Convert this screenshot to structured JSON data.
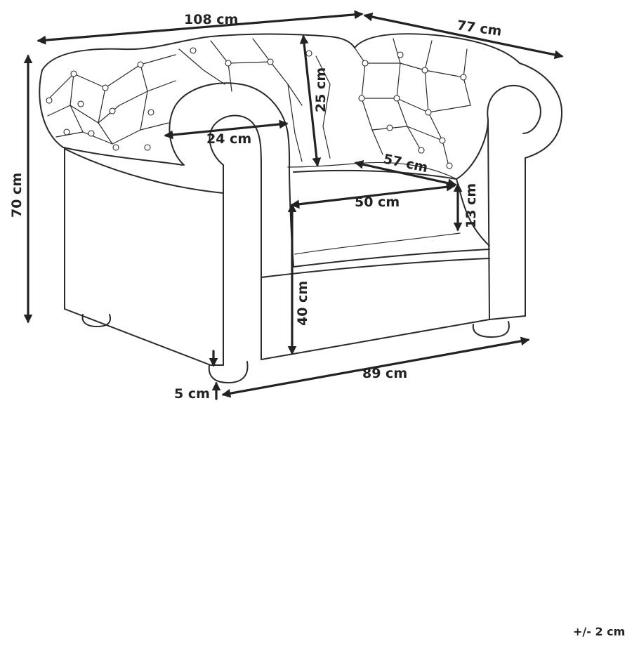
{
  "dimensions": {
    "overall_width": "108 cm",
    "overall_depth": "77 cm",
    "overall_height": "70 cm",
    "backrest_height": "25 cm",
    "armrest_width": "24 cm",
    "seat_depth": "57 cm",
    "seat_width": "50 cm",
    "cushion_height": "13 cm",
    "seat_height": "40 cm",
    "base_width": "89 cm",
    "leg_height": "5 cm"
  },
  "tolerance": "+/- 2 cm"
}
